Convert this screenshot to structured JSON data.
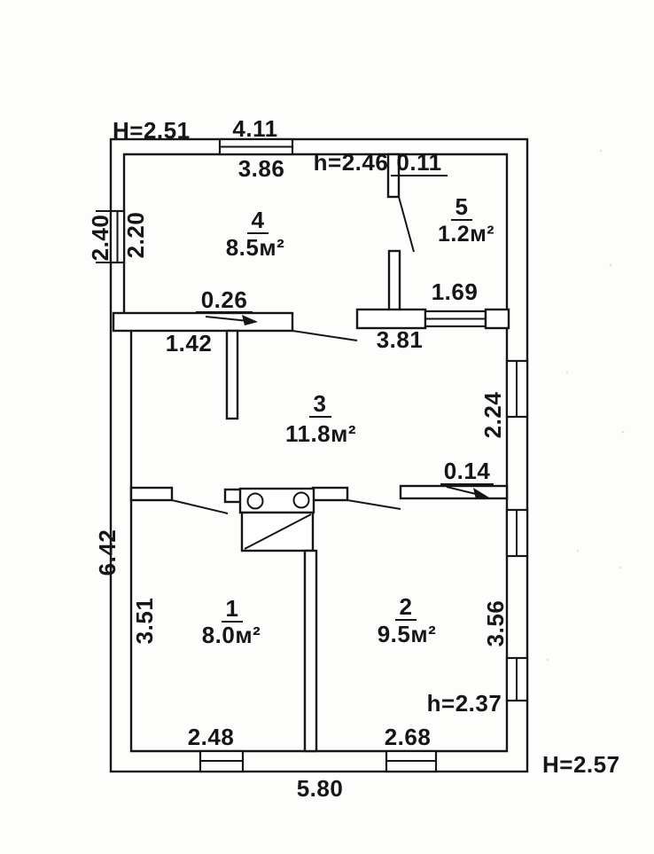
{
  "drawing": {
    "kind": "floor-plan",
    "rooms": [
      {
        "number": "1",
        "area": "8.0м²"
      },
      {
        "number": "2",
        "area": "9.5м²"
      },
      {
        "number": "3",
        "area": "11.8м²"
      },
      {
        "number": "4",
        "area": "8.5м²"
      },
      {
        "number": "5",
        "area": "1.2м²"
      }
    ],
    "dims": {
      "h_left_top": "H=2.51",
      "top_width_outer": "4.11",
      "top_width_inner": "3.86",
      "h_passage": "h=2.46",
      "partition_offset": "0.11",
      "left_outer_top": "2.40",
      "left_inner_top": "2.20",
      "door_width_hall": "0.26",
      "stub_offset": "1.42",
      "room5_width": "1.69",
      "hall_width": "3.81",
      "right_inner_top": "2.24",
      "wall_offset": "0.14",
      "left_outer_bottom": "6.42",
      "left_inner_bottom": "3.51",
      "right_inner_bottom": "3.56",
      "h_room2": "h=2.37",
      "room1_width": "2.48",
      "room2_width": "2.68",
      "bottom_width": "5.80",
      "h_right_bottom": "H=2.57"
    },
    "line_color": "#161616",
    "paper_color": "#fdfdfc"
  }
}
